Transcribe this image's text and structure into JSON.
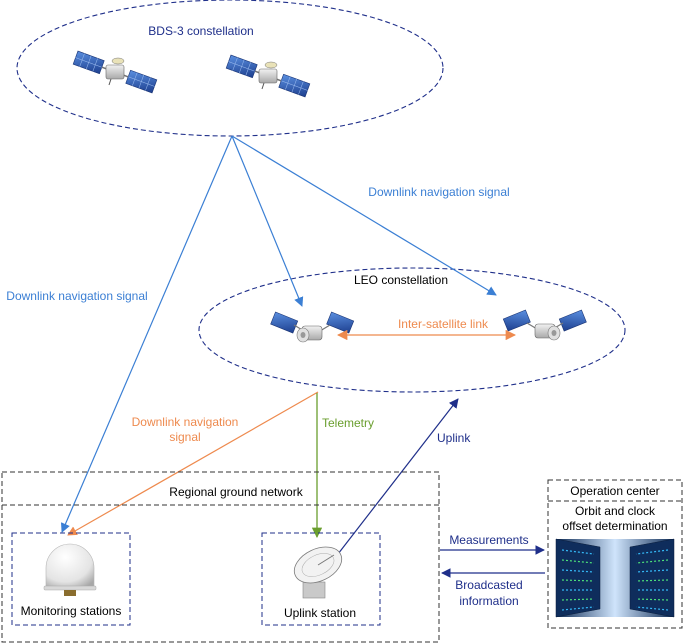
{
  "constellations": {
    "bds3": "BDS-3 constellation",
    "leo": "LEO constellation"
  },
  "links": {
    "downlink_right": "Downlink navigation signal",
    "downlink_left": "Downlink navigation signal",
    "inter_satellite": "Inter-satellite link",
    "leo_downlink_line1": "Downlink navigation",
    "leo_downlink_line2": "signal",
    "telemetry": "Telemetry",
    "uplink": "Uplink",
    "measurements": "Measurements",
    "broadcast_line1": "Broadcasted",
    "broadcast_line2": "information"
  },
  "ground": {
    "network_title": "Regional  ground network",
    "monitoring": "Monitoring stations",
    "uplink_station": "Uplink station"
  },
  "operation_center": {
    "title": "Operation center",
    "task_line1": "Orbit and clock",
    "task_line2": "offset determination"
  },
  "colors": {
    "bds_downlink": "#3b7fd4",
    "leo_downlink": "#ee8a4e",
    "inter_satellite": "#ee8a4e",
    "telemetry": "#6a9e2e",
    "uplink": "#1f2f8a",
    "bds_title": "#1f2f8a",
    "panel_blue": "#2f5fb8"
  },
  "icons": {
    "satellite": "satellite-icon",
    "radome": "radome-antenna-icon",
    "dish": "dish-antenna-icon",
    "servers": "server-racks-icon"
  }
}
